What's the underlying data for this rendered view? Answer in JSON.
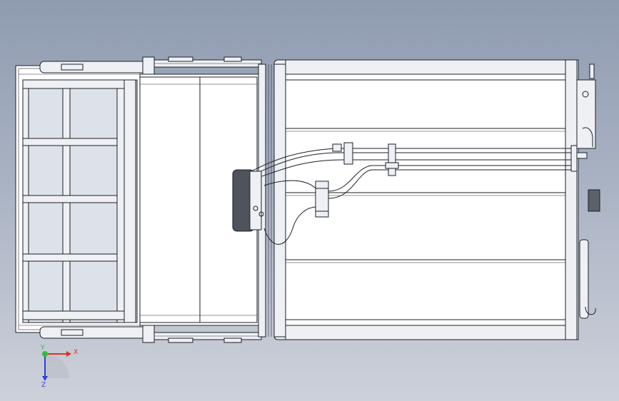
{
  "view": {
    "background_top": "#8f9bb0",
    "background_bottom": "#cdd1da"
  },
  "triad": {
    "x_label": "X",
    "y_label": "Y",
    "z_label": "Z",
    "x_color": "#e0302a",
    "y_color": "#2fbf3a",
    "z_color": "#2a44d6"
  }
}
